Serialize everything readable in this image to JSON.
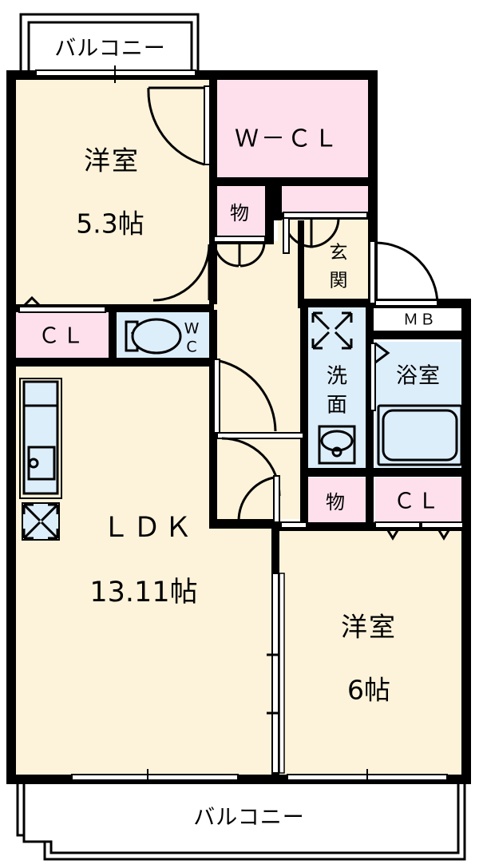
{
  "plan": {
    "type": "japanese-floor-plan",
    "title": "間取り図",
    "colors": {
      "wall": "#000000",
      "room_fill": "#fcf3da",
      "closet_fill": "#fde0ec",
      "wet_fill": "#ddeefb",
      "white": "#ffffff",
      "line": "#000000"
    }
  },
  "rooms": {
    "balcony_top": {
      "label": "バルコニー"
    },
    "bedroom_top": {
      "label": "洋室",
      "size": "5.3帖"
    },
    "walk_in_closet": {
      "label": "Ｗ－ＣＬ"
    },
    "storage_top": {
      "label": "物"
    },
    "entrance": {
      "label": "玄関"
    },
    "closet_left": {
      "label": "ＣＬ"
    },
    "toilet": {
      "label_1": "W",
      "label_2": "C"
    },
    "meter_box": {
      "label": "ＭＢ"
    },
    "washroom": {
      "label_1": "洗",
      "label_2": "面"
    },
    "bathroom": {
      "label": "浴室"
    },
    "storage_bottom": {
      "label": "物"
    },
    "closet_right": {
      "label": "ＣＬ"
    },
    "ldk": {
      "label": "ＬＤＫ",
      "size": "13.11帖"
    },
    "bedroom_bottom": {
      "label": "洋室",
      "size": "6帖"
    },
    "balcony_bottom": {
      "label": "バルコニー"
    }
  }
}
